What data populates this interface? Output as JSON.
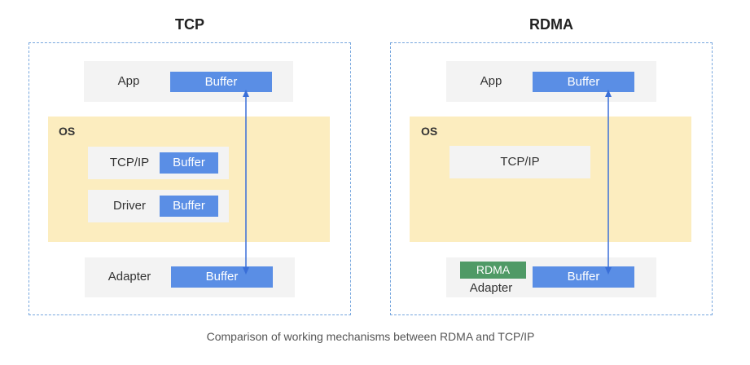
{
  "tcp": {
    "title": "TCP",
    "app_label": "App",
    "app_buffer": "Buffer",
    "os_label": "OS",
    "tcpip_label": "TCP/IP",
    "tcpip_buffer": "Buffer",
    "driver_label": "Driver",
    "driver_buffer": "Buffer",
    "adapter_label": "Adapter",
    "adapter_buffer": "Buffer"
  },
  "rdma": {
    "title": "RDMA",
    "app_label": "App",
    "app_buffer": "Buffer",
    "os_label": "OS",
    "tcpip_label": "TCP/IP",
    "adapter_tag": "RDMA",
    "adapter_label": "Adapter",
    "adapter_buffer": "Buffer"
  },
  "caption": "Comparison of working mechanisms between RDMA and TCP/IP",
  "colors": {
    "buffer": "#5a8ee5",
    "os_background": "#fcedbf",
    "row_background": "#f3f3f3",
    "frame_border": "#76a6de",
    "arrow": "#3a6fd8",
    "rdma_tag": "#4f9a66"
  }
}
